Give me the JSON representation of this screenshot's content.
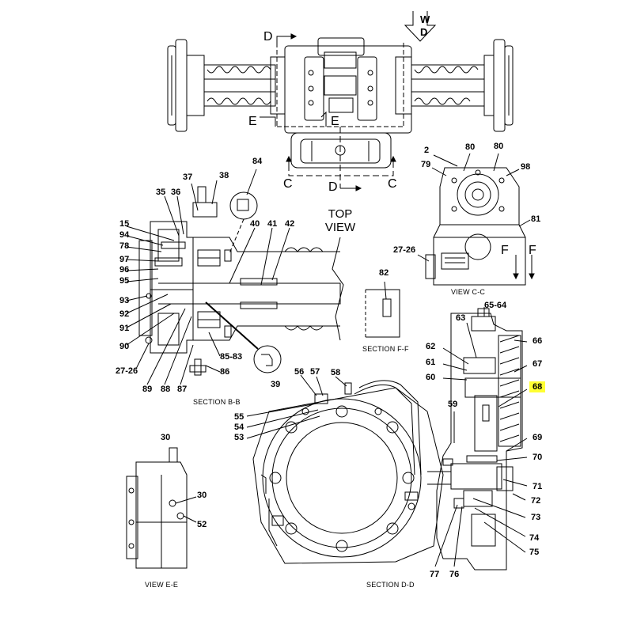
{
  "title": "",
  "highlight_color": "#ffff33",
  "line_color": "#000000",
  "captions": {
    "top_view_1": "TOP",
    "top_view_2": "VIEW",
    "view_c": "VIEW C-C",
    "section_f": "SECTION F-F",
    "section_b": "SECTION B-B",
    "view_e": "VIEW E-E",
    "section_d": "SECTION D-D"
  },
  "section_markers": {
    "d_top": "D",
    "w": "W",
    "d_arrow": "D",
    "e_left": "E",
    "e_right": "E",
    "c_left": "C",
    "d_bottom": "D",
    "c_right": "C",
    "f_left": "F",
    "f_right": "F"
  },
  "callouts": [
    {
      "id": "2",
      "text": "2"
    },
    {
      "id": "80a",
      "text": "80"
    },
    {
      "id": "80b",
      "text": "80"
    },
    {
      "id": "79",
      "text": "79"
    },
    {
      "id": "98",
      "text": "98"
    },
    {
      "id": "81",
      "text": "81"
    },
    {
      "id": "27-26a",
      "text": "27-26"
    },
    {
      "id": "82",
      "text": "82"
    },
    {
      "id": "84",
      "text": "84"
    },
    {
      "id": "37",
      "text": "37"
    },
    {
      "id": "38",
      "text": "38"
    },
    {
      "id": "35",
      "text": "35"
    },
    {
      "id": "36",
      "text": "36"
    },
    {
      "id": "40",
      "text": "40"
    },
    {
      "id": "41",
      "text": "41"
    },
    {
      "id": "42",
      "text": "42"
    },
    {
      "id": "15",
      "text": "15"
    },
    {
      "id": "94",
      "text": "94"
    },
    {
      "id": "78",
      "text": "78"
    },
    {
      "id": "97",
      "text": "97"
    },
    {
      "id": "96",
      "text": "96"
    },
    {
      "id": "95",
      "text": "95"
    },
    {
      "id": "93",
      "text": "93"
    },
    {
      "id": "92",
      "text": "92"
    },
    {
      "id": "91",
      "text": "91"
    },
    {
      "id": "90",
      "text": "90"
    },
    {
      "id": "27-26b",
      "text": "27-26"
    },
    {
      "id": "89",
      "text": "89"
    },
    {
      "id": "88",
      "text": "88"
    },
    {
      "id": "87",
      "text": "87"
    },
    {
      "id": "86",
      "text": "86"
    },
    {
      "id": "85-83",
      "text": "85-83"
    },
    {
      "id": "39",
      "text": "39"
    },
    {
      "id": "65-64",
      "text": "65-64"
    },
    {
      "id": "63",
      "text": "63"
    },
    {
      "id": "66",
      "text": "66"
    },
    {
      "id": "62",
      "text": "62"
    },
    {
      "id": "61",
      "text": "61"
    },
    {
      "id": "67",
      "text": "67"
    },
    {
      "id": "60",
      "text": "60"
    },
    {
      "id": "68",
      "text": "68"
    },
    {
      "id": "59",
      "text": "59"
    },
    {
      "id": "69",
      "text": "69"
    },
    {
      "id": "70",
      "text": "70"
    },
    {
      "id": "71",
      "text": "71"
    },
    {
      "id": "72",
      "text": "72"
    },
    {
      "id": "73",
      "text": "73"
    },
    {
      "id": "74",
      "text": "74"
    },
    {
      "id": "75",
      "text": "75"
    },
    {
      "id": "77",
      "text": "77"
    },
    {
      "id": "76",
      "text": "76"
    },
    {
      "id": "56",
      "text": "56"
    },
    {
      "id": "57",
      "text": "57"
    },
    {
      "id": "58",
      "text": "58"
    },
    {
      "id": "55",
      "text": "55"
    },
    {
      "id": "54",
      "text": "54"
    },
    {
      "id": "53",
      "text": "53"
    },
    {
      "id": "30a",
      "text": "30"
    },
    {
      "id": "30b",
      "text": "30"
    },
    {
      "id": "52",
      "text": "52"
    }
  ]
}
